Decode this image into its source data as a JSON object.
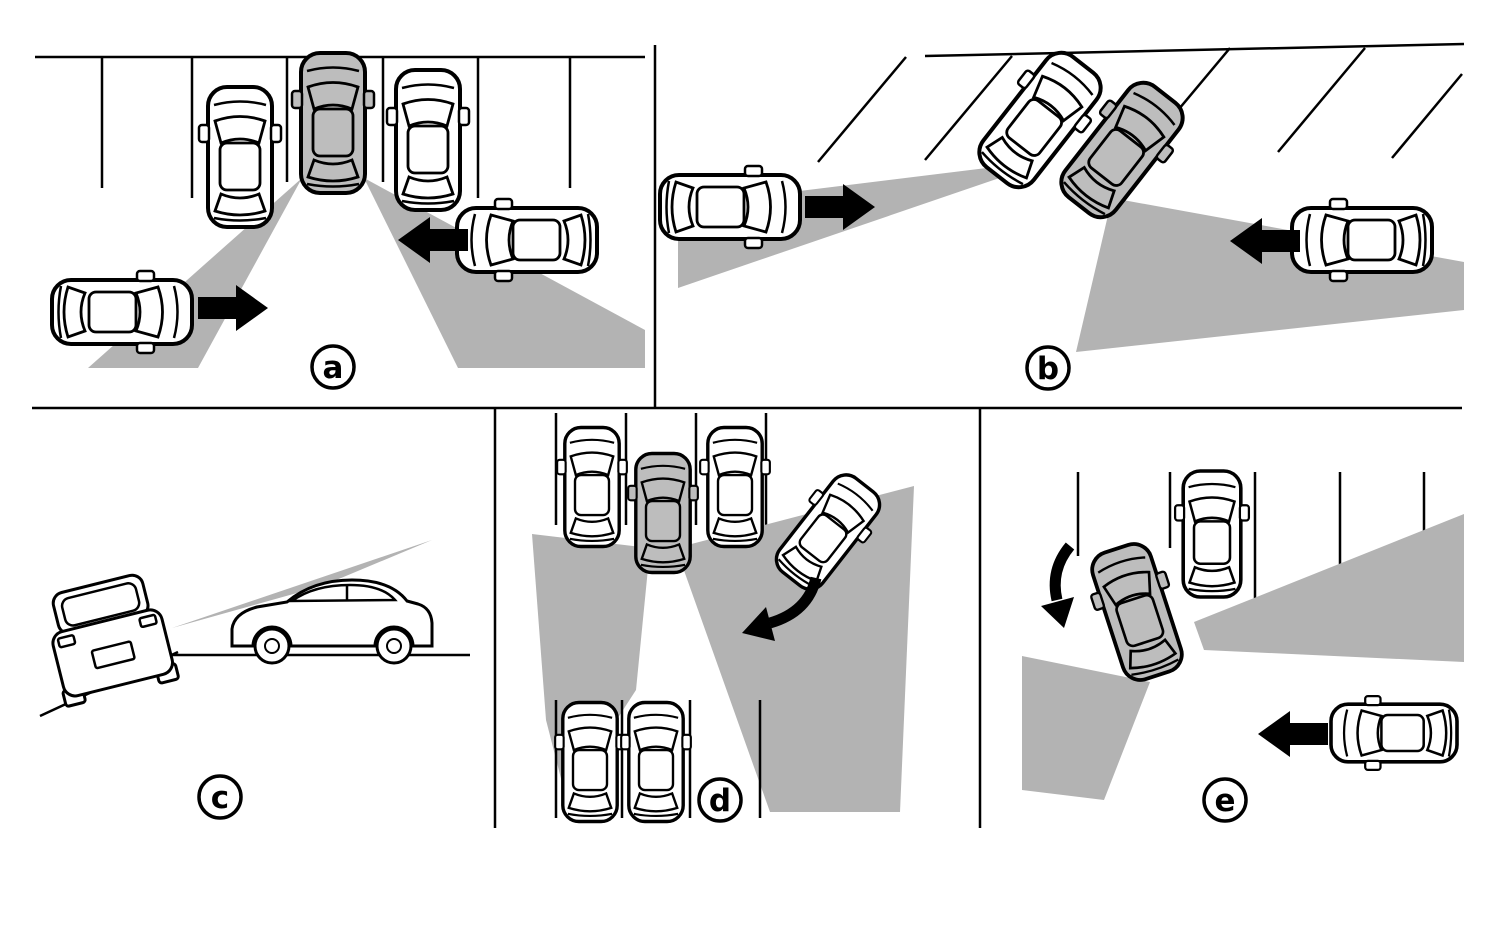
{
  "figure": {
    "colors": {
      "background": "#ffffff",
      "line": "#000000",
      "zone": "#b3b3b3",
      "subject_car": "#bdbdbd",
      "other_car": "#ffffff"
    },
    "panels": [
      {
        "id": "a",
        "label": "a"
      },
      {
        "id": "b",
        "label": "b"
      },
      {
        "id": "c",
        "label": "c"
      },
      {
        "id": "d",
        "label": "d"
      },
      {
        "id": "e",
        "label": "e"
      }
    ]
  }
}
